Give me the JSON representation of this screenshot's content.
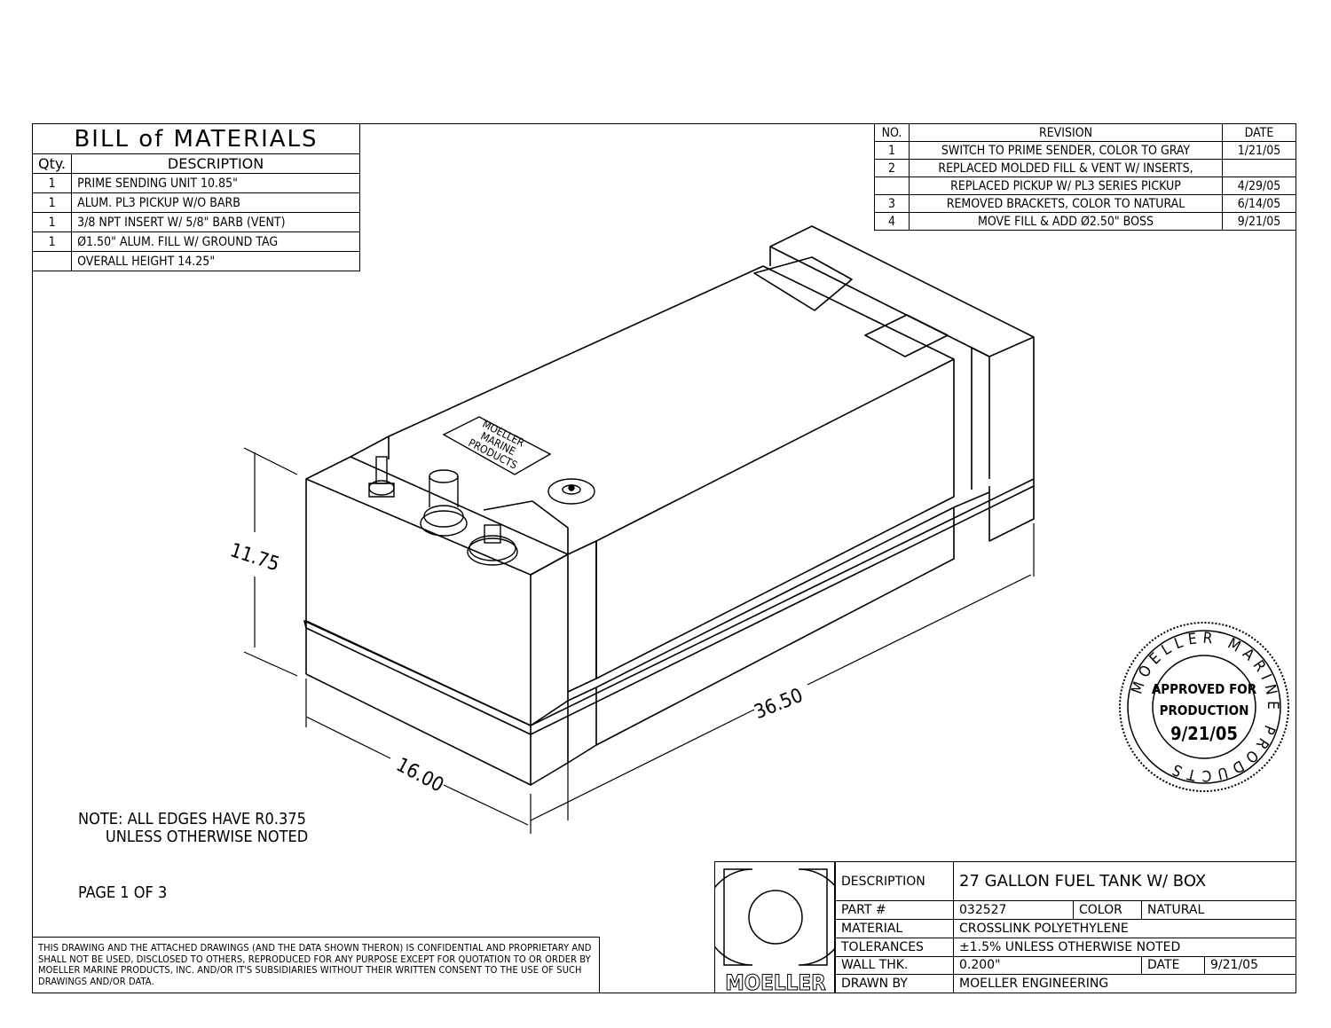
{
  "bom": {
    "title": "BILL of MATERIALS",
    "qty_header": "Qty.",
    "desc_header": "DESCRIPTION",
    "rows": [
      {
        "qty": "1",
        "desc": "PRIME SENDING UNIT 10.85\""
      },
      {
        "qty": "1",
        "desc": "ALUM. PL3 PICKUP W/O BARB"
      },
      {
        "qty": "1",
        "desc": "3/8 NPT INSERT W/ 5/8\" BARB (VENT)"
      },
      {
        "qty": "1",
        "desc": "Ø1.50\" ALUM. FILL W/ GROUND TAG"
      },
      {
        "qty": "",
        "desc": "OVERALL HEIGHT 14.25\""
      }
    ]
  },
  "revisions": {
    "headers": {
      "no": "NO.",
      "revision": "REVISION",
      "date": "DATE"
    },
    "rows": [
      {
        "no": "1",
        "revision": "SWITCH TO PRIME SENDER, COLOR TO GRAY",
        "date": "1/21/05"
      },
      {
        "no": "2",
        "revision": "REPLACED MOLDED FILL & VENT W/ INSERTS,",
        "date": ""
      },
      {
        "no": "",
        "revision": "REPLACED PICKUP W/ PL3 SERIES PICKUP",
        "date": "4/29/05"
      },
      {
        "no": "3",
        "revision": "REMOVED BRACKETS, COLOR TO NATURAL",
        "date": "6/14/05"
      },
      {
        "no": "4",
        "revision": "MOVE FILL & ADD Ø2.50\" BOSS",
        "date": "9/21/05"
      }
    ]
  },
  "drawing": {
    "dim_height": "11.75",
    "dim_width": "16.00",
    "dim_length": "36.50",
    "tank_label": [
      "MOELLER",
      "MARINE",
      "PRODUCTS"
    ]
  },
  "stamp": {
    "ring_text": "MOELLER MARINE PRODUCTS",
    "line1": "APPROVED FOR",
    "line2": "PRODUCTION",
    "line3": "9/21/05"
  },
  "note": "NOTE: ALL EDGES HAVE R0.375\n      UNLESS OTHERWISE NOTED",
  "page": "PAGE 1 OF 3",
  "disclaimer": "THIS DRAWING AND THE ATTACHED DRAWINGS (AND THE DATA SHOWN THERON) IS CONFIDENTIAL AND PROPRIETARY AND SHALL NOT BE USED, DISCLOSED TO OTHERS, REPRODUCED FOR ANY PURPOSE EXCEPT FOR QUOTATION TO OR ORDER BY MOELLER MARINE PRODUCTS, INC. AND/OR IT'S SUBSIDIARIES WITHOUT THEIR WRITTEN CONSENT TO THE USE OF SUCH DRAWINGS AND/OR DATA.",
  "logo_text": "MOELLER",
  "title_block": {
    "description_label": "DESCRIPTION",
    "description": "27 GALLON FUEL TANK W/ BOX",
    "part_label": "PART #",
    "part": "032527",
    "color_label": "COLOR",
    "color": "NATURAL",
    "material_label": "MATERIAL",
    "material": "CROSSLINK POLYETHYLENE",
    "tolerances_label": "TOLERANCES",
    "tolerances": "±1.5% UNLESS OTHERWISE NOTED",
    "wall_label": "WALL THK.",
    "wall": "0.200\"",
    "date_label": "DATE",
    "date": "9/21/05",
    "drawn_label": "DRAWN BY",
    "drawn": "MOELLER ENGINEERING"
  }
}
